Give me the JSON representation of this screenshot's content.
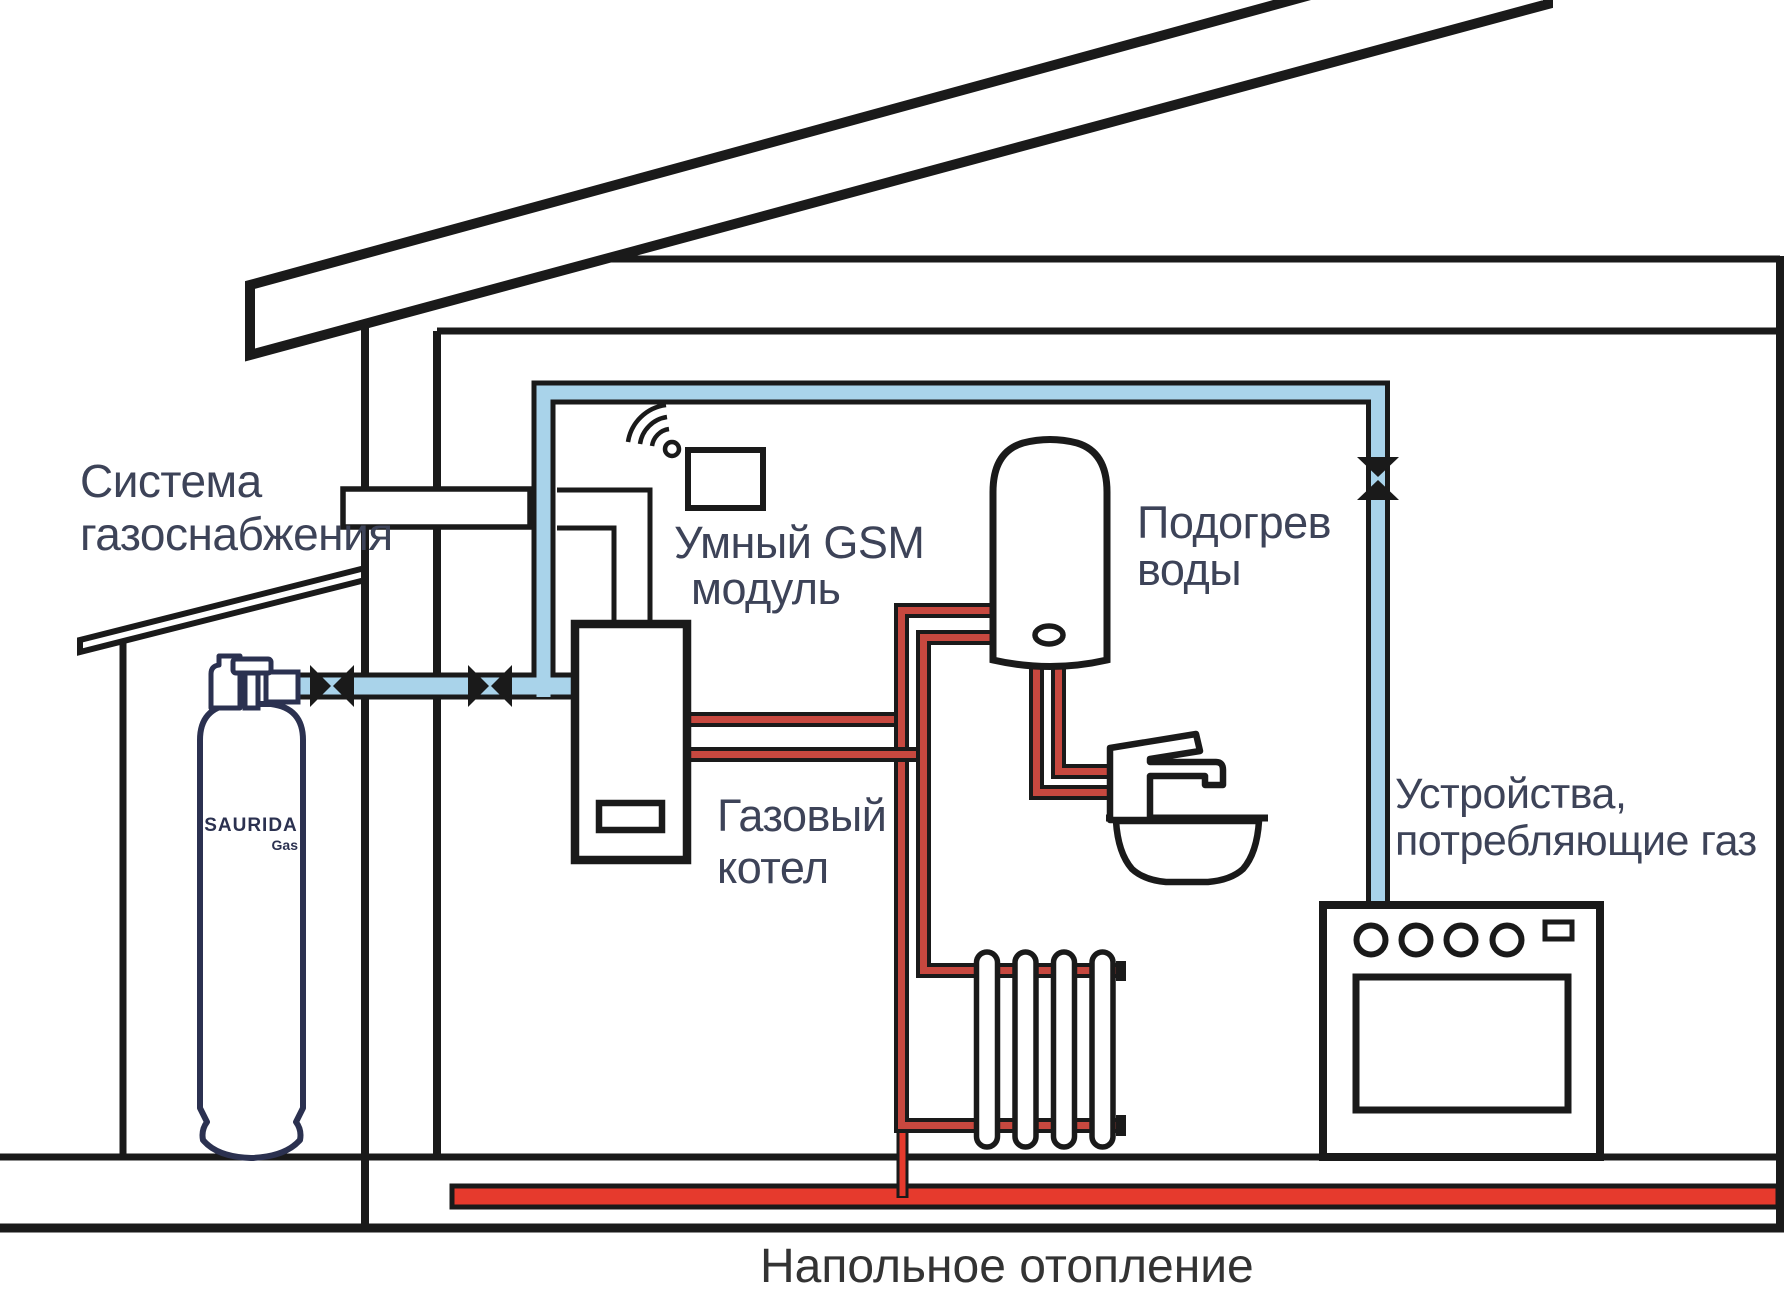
{
  "diagram": {
    "labels": {
      "gas_supply_line1": "Система",
      "gas_supply_line2": "газоснабжения",
      "gsm_line1": "Умный GSM",
      "gsm_line2": "модуль",
      "water_heating_line1": "Подогрев",
      "water_heating_line2": "воды",
      "boiler_line1": "Газовый",
      "boiler_line2": "котел",
      "devices_line1": "Устройства,",
      "devices_line2": "потребляющие газ",
      "floor_heating": "Напольное отопление",
      "cylinder_brand": "SAURIDA",
      "cylinder_brand_sub": "Gas"
    },
    "colors": {
      "gas_pipe": "#a9d3ea",
      "heating_pipe": "#c7483f",
      "floor_heating": "#e63a2d",
      "outline": "#1a1a1a",
      "label": "#3d4358",
      "cylinder": "#2b3150",
      "floor_label": "#333333"
    }
  }
}
